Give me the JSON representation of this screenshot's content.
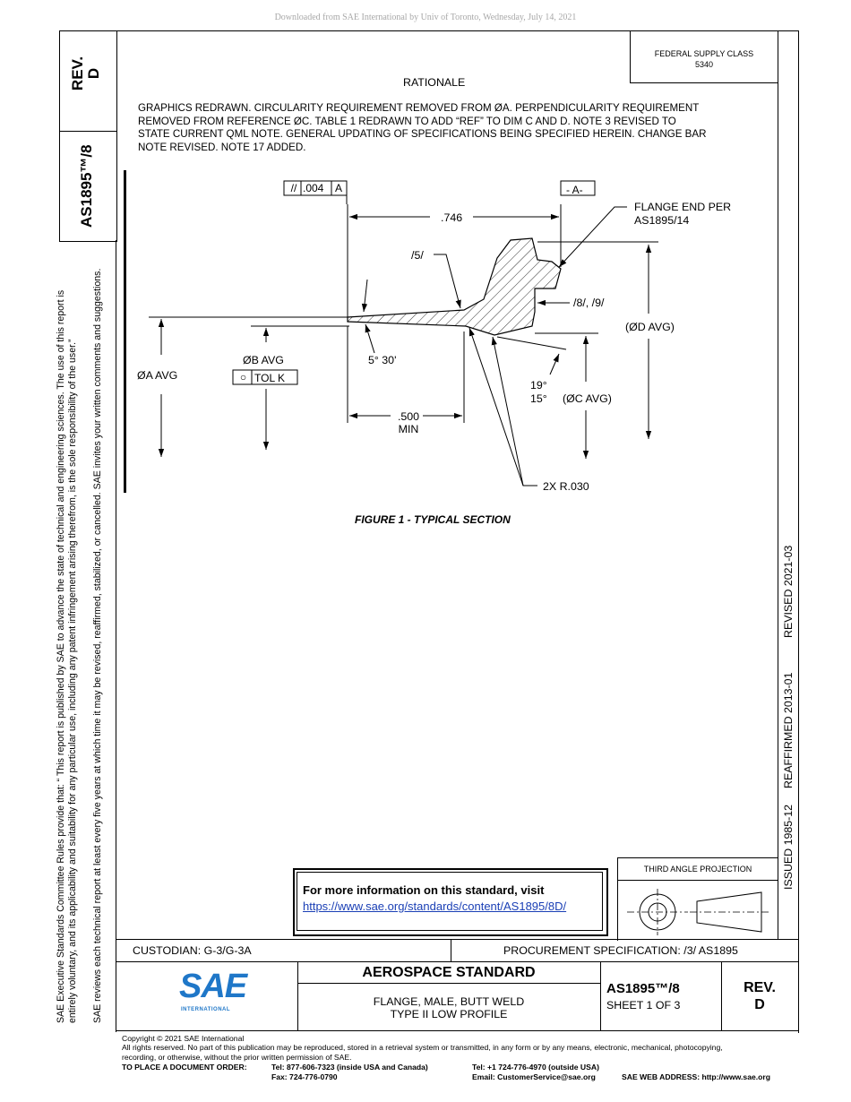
{
  "header": {
    "download_notice": "Downloaded from SAE International by Univ of Toronto, Wednesday, July 14, 2021"
  },
  "side_notice": {
    "line1": "SAE Executive Standards Committee Rules provide that: “ This report is published by SAE to advance the state of technical and engineering sciences. The use of this report is",
    "line2": "entirely voluntary, and its applicability and suitability for any particular use, including any patent infringement arising therefrom, is the sole responsibility of the user.”",
    "line3": "SAE reviews each technical report at least every five years at which time it may be revised, reaffirmed, stabilized, or cancelled. SAE invites your written comments and suggestions."
  },
  "left_box": {
    "rev_label": "REV.",
    "rev_value": "D",
    "doc_number": "AS1895™/8"
  },
  "supply_class": {
    "label": "FEDERAL SUPPLY CLASS",
    "value": "5340"
  },
  "rationale": {
    "heading": "RATIONALE",
    "lines": [
      "GRAPHICS REDRAWN. CIRCULARITY REQUIREMENT REMOVED FROM ØA. PERPENDICULARITY REQUIREMENT",
      "REMOVED FROM REFERENCE ØC. TABLE 1 REDRAWN TO ADD “REF” TO DIM C AND D. NOTE 3 REVISED TO",
      "STATE CURRENT QML NOTE. GENERAL UPDATING OF SPECIFICATIONS BEING SPECIFIED HEREIN. CHANGE BAR",
      "NOTE REVISED. NOTE 17 ADDED."
    ]
  },
  "figure": {
    "parallel_symbol": "//",
    "parallel_tol": ".004",
    "parallel_datum": "A",
    "datum_a": "- A-",
    "dim_746": ".746",
    "flange_end_1": "FLANGE END PER",
    "flange_end_2": "AS1895/14",
    "note_5": "/5/",
    "note_8_9": "/8/, /9/",
    "dia_d": "(ØD AVG)",
    "dia_b": "ØB AVG",
    "circ_symbol": "○",
    "tol_k": "TOL K",
    "dia_a": "ØA AVG",
    "angle_5_30": "5° 30'",
    "angle_19": "19°",
    "angle_15": "15°",
    "dia_c": "(ØC AVG)",
    "dim_500": ".500",
    "dim_min": "MIN",
    "radius": "2X R.030",
    "caption": "FIGURE 1 - TYPICAL SECTION"
  },
  "right_strip": {
    "issued": "ISSUED 1985-12",
    "reaffirmed": "REAFFIRMED 2013-01",
    "revised": "REVISED 2021-03"
  },
  "info_box": {
    "text": "For more information on this standard, visit",
    "link": "https://www.sae.org/standards/content/AS1895/8D/"
  },
  "projection": {
    "label": "THIRD ANGLE PROJECTION"
  },
  "title_block": {
    "custodian": "CUSTODIAN: G-3/G-3A",
    "procurement": "PROCUREMENT SPECIFICATION: /3/ AS1895",
    "logo_text": "SAE",
    "logo_sub": "INTERNATIONAL",
    "title": "AEROSPACE STANDARD",
    "subtitle_1": "FLANGE, MALE, BUTT WELD",
    "subtitle_2": "TYPE II LOW PROFILE",
    "doc_number": "AS1895™/8",
    "sheet": "SHEET 1 OF 3",
    "rev_label": "REV.",
    "rev_value": "D"
  },
  "footer": {
    "copyright": "Copyright © 2021 SAE International",
    "rights_1": "All rights reserved. No part of this publication may be reproduced, stored in a retrieval system or transmitted, in any form or by any means, electronic, mechanical, photocopying,",
    "rights_2": "recording, or otherwise, without the prior written permission of SAE.",
    "order_label": "TO PLACE A DOCUMENT ORDER:",
    "tel_usa": "Tel: 877-606-7323 (inside USA and Canada)",
    "fax": "Fax: 724-776-0790",
    "tel_outside": "Tel: +1 724-776-4970 (outside USA)",
    "email": "Email: CustomerService@sae.org",
    "web": "SAE WEB ADDRESS: http://www.sae.org"
  }
}
